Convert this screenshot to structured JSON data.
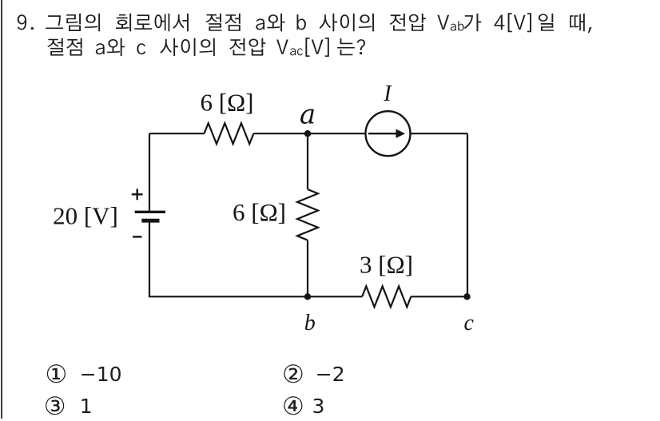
{
  "page": {
    "background": "#ffffff",
    "text_color": "#1e1e1e",
    "line_color": "#141414",
    "left_border_color": "#3d3d3d"
  },
  "question": {
    "number": "9.",
    "line1": {
      "pre": "그림의 회로에서 절점 a와 b 사이의 전압 V",
      "sub": "ab",
      "post": "가 4[V]일 때,"
    },
    "line2": {
      "pre": "절점 a와 c 사이의 전압 V",
      "sub": "ac",
      "post": "[V]는?"
    },
    "line1_full": "그림의 회로에서 절점 a와 b 사이의 전압 Vab가 4[V]일 때,",
    "line2_full": "절점 a와 c 사이의 전압 Vac[V]는?"
  },
  "circuit": {
    "source_label": "20 [V]",
    "source_plus": "+",
    "source_minus": "−",
    "resistor_top_label": "6 [Ω]",
    "resistor_mid_label": "6 [Ω]",
    "resistor_bottom_label": "3 [Ω]",
    "current_source_label": "I",
    "node_a_label": "a",
    "node_b_label": "b",
    "node_c_label": "c"
  },
  "choices": [
    {
      "marker": "①",
      "value": "−10"
    },
    {
      "marker": "②",
      "value": "−2"
    },
    {
      "marker": "③",
      "value": "1"
    },
    {
      "marker": "④",
      "value": "3"
    }
  ]
}
